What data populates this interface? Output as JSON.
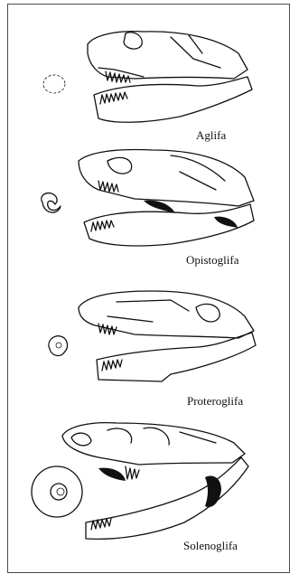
{
  "types": [
    {
      "label": "Aglifa"
    },
    {
      "label": "Opistoglifa"
    },
    {
      "label": "Proteroglifa"
    },
    {
      "label": "Solenoglifa"
    }
  ]
}
